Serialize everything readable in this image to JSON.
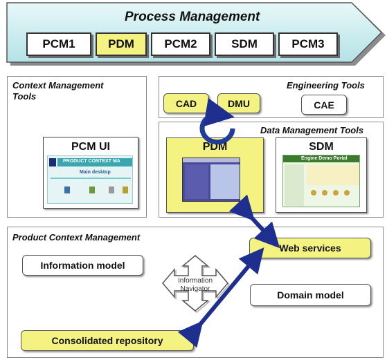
{
  "process": {
    "title": "Process Management",
    "items": [
      {
        "label": "PCM1",
        "highlight": false
      },
      {
        "label": "PDM",
        "highlight": true
      },
      {
        "label": "PCM2",
        "highlight": false
      },
      {
        "label": "SDM",
        "highlight": false
      },
      {
        "label": "PCM3",
        "highlight": false
      }
    ]
  },
  "context_tools": {
    "title_line1": "Context Management",
    "title_line2": "Tools",
    "pcm_ui": {
      "label": "PCM UI",
      "screen_title": "PRODUCT CONTEXT MA",
      "screen_subtitle": "Main desktop"
    }
  },
  "engineering_tools": {
    "title": "Engineering Tools",
    "items": [
      "CAD",
      "DMU",
      "CAE"
    ]
  },
  "data_tools": {
    "title": "Data Management Tools",
    "pdm_label": "PDM",
    "sdm_label": "SDM",
    "sdm_screen_title": "Engine Demo Portal"
  },
  "product_context": {
    "title": "Product Context Management",
    "information_model": "Information model",
    "navigator_line1": "Information",
    "navigator_line2": "Navigator",
    "web_services": "Web services",
    "domain_model": "Domain model",
    "consolidated_repository": "Consolidated repository"
  },
  "colors": {
    "highlight_yellow": "#f4f280",
    "banner_teal": "#cdeef0",
    "arrow_blue": "#1f2f8f"
  }
}
